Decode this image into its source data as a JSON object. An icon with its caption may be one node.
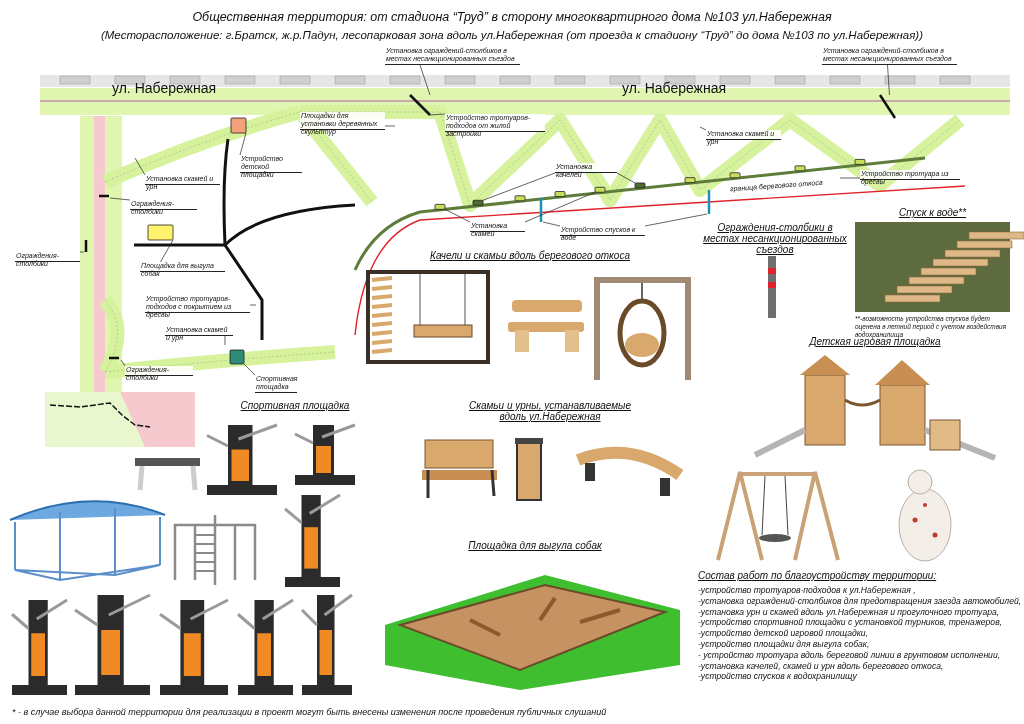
{
  "diagram": {
    "title": "Общественная территория: от стадиона “Труд” в сторону многоквартирного дома №103 ул.Набережная",
    "nodes": [
      {
        "text": [
          "Установка ограждений-столбиков в местах несанкционированных съездов"
        ]
      },
      {
        "text": [
          "Установка ограждений-столбиков в местах несанкционированных съездов"
        ]
      },
      {
        "text": [
          "Площадки для установки деревянных скульптур"
        ]
      },
      {
        "text": [
          "Устройство детской площадки"
        ]
      },
      {
        "text": [
          "Устройство тротуаров-подходов от жилой застройки"
        ]
      },
      {
        "text": [
          "Установка скамей и урн"
        ]
      },
      {
        "text": [
          "Установка скамей и урн"
        ]
      },
      {
        "text": [
          "Ограждения-столбики"
        ]
      },
      {
        "text": [
          "Ограждения-столбики"
        ]
      },
      {
        "text": [
          "Площадка для выгула собак"
        ]
      },
      {
        "text": [
          "Устройство тротуаров-подходов с покрытием из дресвы"
        ]
      },
      {
        "text": [
          "Установка скамей и урн"
        ]
      },
      {
        "text": [
          "Ограждения-столбики"
        ]
      },
      {
        "text": [
          "Спортивная площадка"
        ]
      },
      {
        "text": [
          "Установка качелей"
        ]
      },
      {
        "text": [
          "Установка скамей"
        ]
      },
      {
        "text": [
          "Устройство спусков к воде"
        ]
      },
      {
        "text": [
          "Устройство тротуара из дресвы"
        ]
      },
      {
        "text": [],
        "shape": "box"
      },
      {
        "text": [],
        "shape": "box"
      },
      {
        "text": [],
        "shape": "box"
      },
      {
        "text": [],
        "shape": "bar"
      },
      {
        "text": [],
        "shape": "bar"
      },
      {
        "text": [],
        "shape": "bar"
      },
      {
        "text": [],
        "shape": "bar"
      },
      {
        "text": [],
        "shape": "bar"
      },
      {
        "text": [],
        "shape": "box"
      },
      {
        "text": [],
        "shape": "box"
      },
      {
        "text": [],
        "shape": "box"
      },
      {
        "text": [],
        "shape": "box"
      },
      {
        "text": [],
        "shape": "box"
      },
      {
        "text": [],
        "shape": "box"
      },
      {
        "text": [],
        "shape": "box"
      },
      {
        "text": [],
        "shape": "box"
      },
      {
        "text": [],
        "shape": "box"
      },
      {
        "text": [],
        "shape": "box"
      },
      {
        "text": [],
        "shape": "bar"
      },
      {
        "text": [],
        "shape": "bar"
      }
    ],
    "edges": [
      {
        "from": 0,
        "to": 21,
        "arrow": "none"
      },
      {
        "from": 1,
        "to": 22,
        "arrow": "none"
      },
      {
        "from": 2,
        "to": null,
        "arrow": "none"
      },
      {
        "from": 3,
        "to": 18,
        "arrow": "none"
      },
      {
        "from": 4,
        "to": 21,
        "arrow": "none"
      },
      {
        "from": 5,
        "to": null,
        "arrow": "none"
      },
      {
        "from": 6,
        "to": null,
        "arrow": "none"
      },
      {
        "from": 7,
        "to": 23,
        "arrow": "none"
      },
      {
        "from": 8,
        "to": 24,
        "arrow": "none"
      },
      {
        "from": 9,
        "to": 19,
        "arrow": "none"
      },
      {
        "from": 10,
        "to": null,
        "arrow": "none"
      },
      {
        "from": 11,
        "to": null,
        "arrow": "none"
      },
      {
        "from": 12,
        "to": 25,
        "arrow": "none"
      },
      {
        "from": 13,
        "to": 20,
        "arrow": "none"
      },
      {
        "from": 14,
        "to": 27,
        "arrow": "none"
      },
      {
        "from": 14,
        "to": 31,
        "arrow": "none"
      },
      {
        "from": 15,
        "to": 26,
        "arrow": "none"
      },
      {
        "from": 15,
        "to": 30,
        "arrow": "none"
      },
      {
        "from": 16,
        "to": 36,
        "arrow": "none"
      },
      {
        "from": 16,
        "to": 37,
        "arrow": "none"
      },
      {
        "from": 17,
        "to": null,
        "arrow": "none"
      }
    ],
    "labels": [
      "(Месторасположение: г.Братск, ж.р.Падун, лесопарковая зона вдоль ул.Набережная (от проезда к стадиону “Труд” до дома №103 по ул.Набережная))",
      "ул. Набережная",
      "ул. Набережная",
      "граница берегового откоса",
      "Качели и скамьи вдоль берегового откоса",
      "Ограждения-столбики в местах несанкционированных съездов",
      "Спуск к воде**",
      "**-возможность устройства спусков будет оценена в летний период с учетом воздействия водохранилища",
      "Детская игровая площадка",
      "Спортивная площадка",
      "Скамьи и урны, устанавливаемые вдоль ул.Набережная",
      "Площадка для выгула собак",
      "Состав работ по благоустройству территории:",
      "-устройство тротуаров-подходов к ул.Набережная ,",
      "-установка ограждений-столбиков для предотвращения заезда автомобилей,",
      "-установка урн и скамей вдоль ул.Набережная и прогулочного тротуара,",
      "-устройство спортивной площадки с установкой турников, тренажеров,",
      "-устройство детской игровой площадки,",
      "-устройство площадки для выгула собак,",
      "- устройство тротуара вдоль береговой линии в грунтовом исполнении,",
      "-установка качелей, скамей и урн вдоль берегового откоса,",
      "-устройство спусков к водохранилищу",
      "* - в случае выбора данной территории для реализации в проект могут быть внесены изменения после проведения публичных слушаний"
    ]
  }
}
